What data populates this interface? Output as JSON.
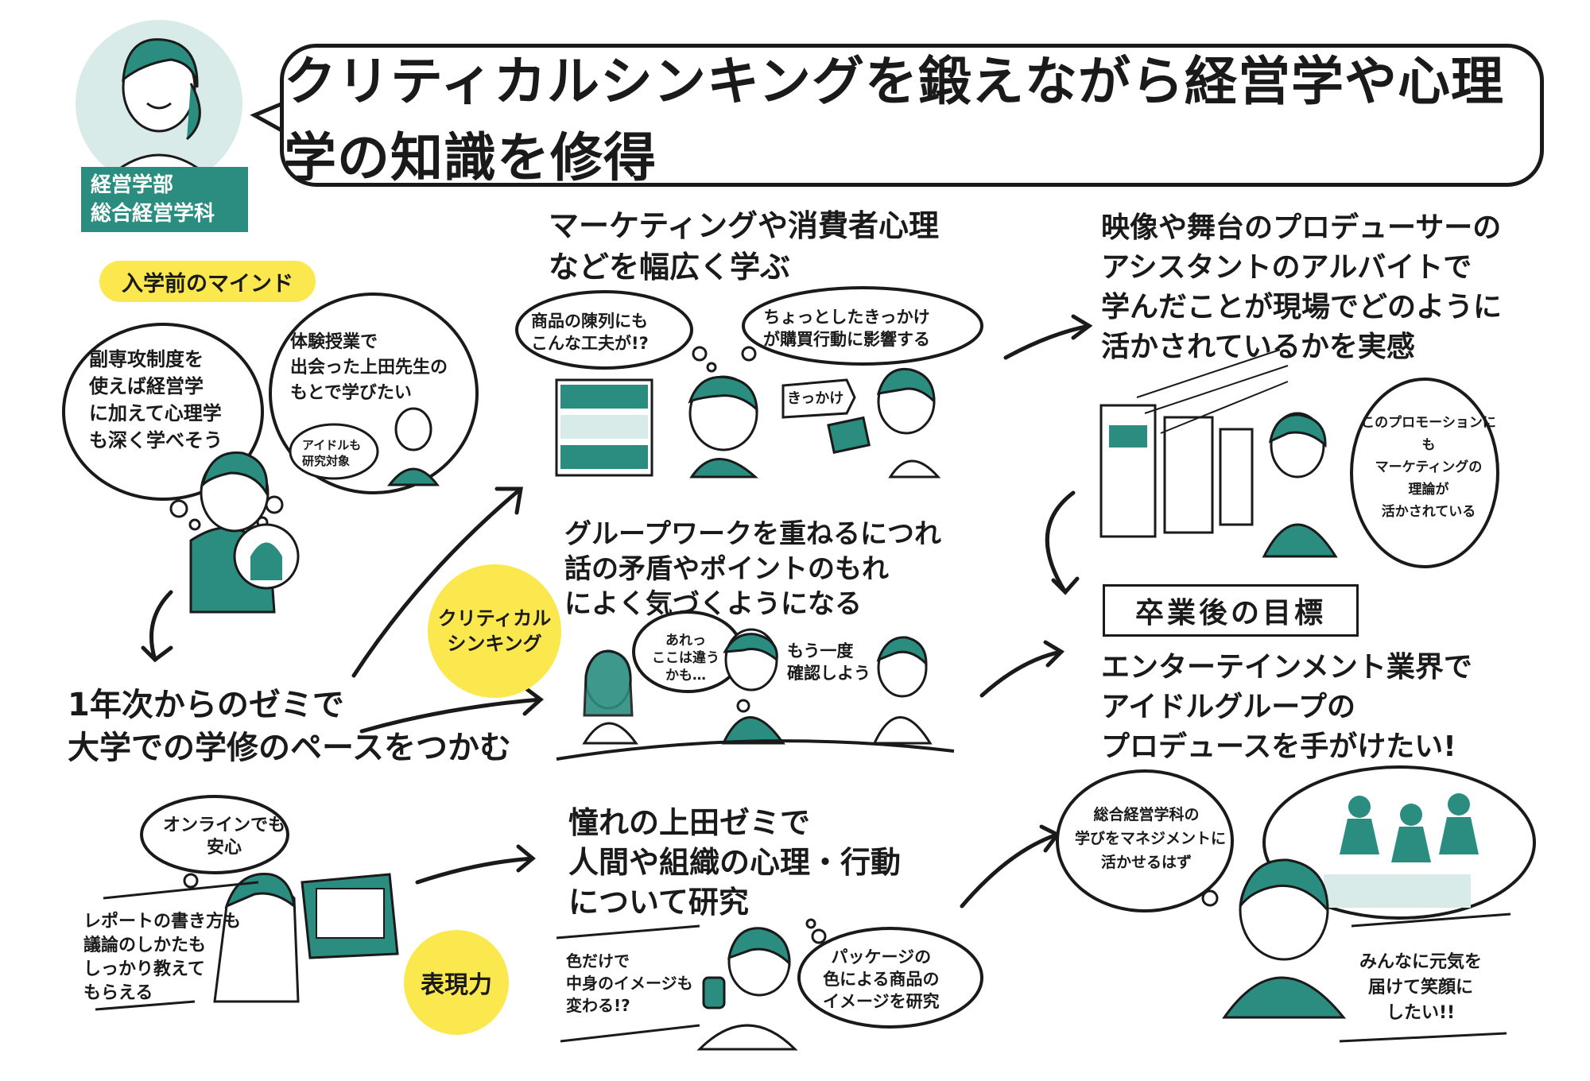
{
  "header": {
    "title": "クリティカルシンキングを鍛えながら経営学や心理学の知識を修得",
    "dept_line1": "経営学部",
    "dept_line2": "総合経営学科"
  },
  "mind": {
    "label": "入学前のマインド",
    "bubble1": [
      "副専攻制度を",
      "使えば経営学",
      "に加えて心理学",
      "も深く学べそう"
    ],
    "bubble2": [
      "体験授業で",
      "出会った上田先生の",
      "もとで学びたい"
    ],
    "bubble2_small": [
      "アイドルも",
      "研究対象"
    ]
  },
  "first_year": {
    "line1": "1年次からのゼミで",
    "line2": "大学での学修のペースをつかむ"
  },
  "online": {
    "bubble": [
      "オンラインでも",
      "安心"
    ],
    "note": [
      "レポートの書き方も",
      "議論のしかたも",
      "しっかり教えて",
      "もらえる"
    ]
  },
  "badges": {
    "critical": [
      "クリティカル",
      "シンキング"
    ],
    "expression": "表現力"
  },
  "marketing": {
    "title1": "マーケティングや消費者心理",
    "title2": "などを幅広く学ぶ",
    "bubble_left": [
      "商品の陳列にも",
      "こんな工夫が!?"
    ],
    "bubble_right": [
      "ちょっとしたきっかけ",
      "が購買行動に影響する"
    ],
    "sign": "きっかけ"
  },
  "groupwork": {
    "title1": "グループワークを重ねるにつれ",
    "title2": "話の矛盾やポイントのもれ",
    "title3": "によく気づくようになる",
    "bubble": [
      "あれっ",
      "ここは違う",
      "かも…"
    ],
    "speech": [
      "もう一度",
      "確認しよう"
    ]
  },
  "seminar": {
    "title1": "憧れの上田ゼミで",
    "title2": "人間や組織の心理・行動",
    "title3": "について研究",
    "note": [
      "色だけで",
      "中身のイメージも",
      "変わる!?"
    ],
    "bubble": [
      "パッケージの",
      "色による商品の",
      "イメージを研究"
    ]
  },
  "parttime": {
    "title1": "映像や舞台のプロデューサーの",
    "title2": "アシスタントのアルバイトで",
    "title3": "学んだことが現場でどのように",
    "title4": "活かされているかを実感",
    "bubble": [
      "このプロモーションにも",
      "マーケティングの",
      "理論が",
      "活かされている"
    ]
  },
  "goal": {
    "label": "卒業後の目標",
    "line1": "エンターテインメント業界で",
    "line2": "アイドルグループの",
    "line3": "プロデュースを手がけたい!",
    "bubble": [
      "総合経営学科の",
      "学びをマネジメントに",
      "活かせるはず"
    ],
    "note": [
      "みんなに元気を",
      "届けて笑顔に",
      "したい!!"
    ]
  },
  "colors": {
    "teal": "#2b8d80",
    "yellow": "#fbe84f",
    "ink": "#1a1a1a",
    "light_teal": "#d8ebe8"
  }
}
